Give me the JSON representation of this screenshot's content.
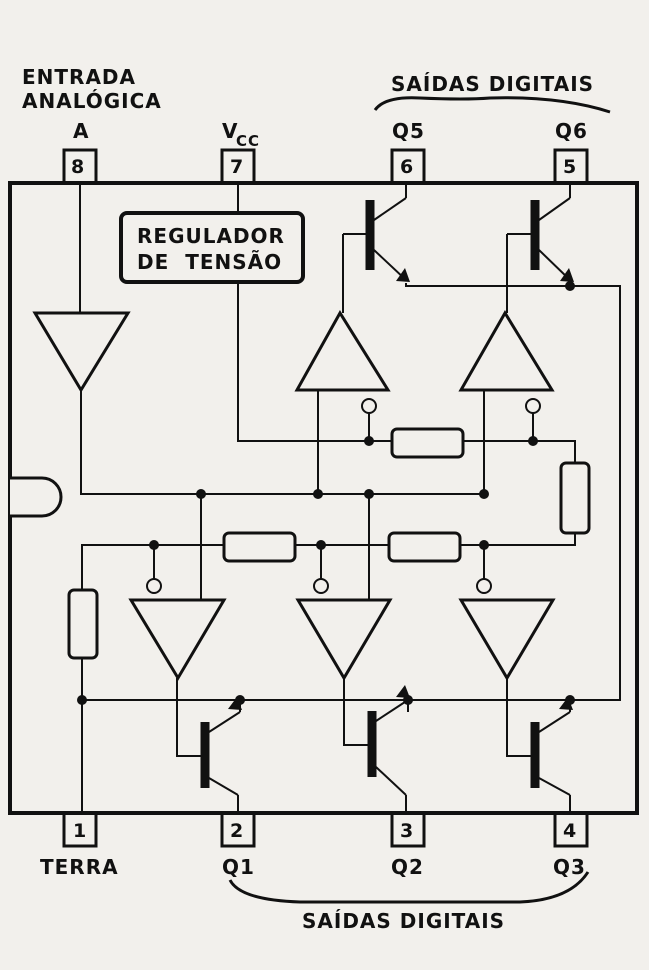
{
  "labels": {
    "entrada_line1": "ENTRADA",
    "entrada_line2": "ANALÓGICA",
    "pin8_signal": "A",
    "vcc_main": "V",
    "vcc_sub": "CC",
    "top_group": "SAÍDAS DIGITAIS",
    "bottom_group": "SAÍDAS DIGITAIS",
    "pin6_signal": "Q5",
    "pin5_signal": "Q6",
    "pin1_signal": "TERRA",
    "pin2_signal": "Q1",
    "pin3_signal": "Q2",
    "pin4_signal": "Q3",
    "regulator_line1": "REGULADOR",
    "regulator_line2": "DE  TENSÃO"
  },
  "pins": {
    "p8": "8",
    "p7": "7",
    "p6": "6",
    "p5": "5",
    "p1": "1",
    "p2": "2",
    "p3": "3",
    "p4": "4"
  },
  "colors": {
    "ink": "#111111",
    "paper": "#f2f0ec"
  }
}
